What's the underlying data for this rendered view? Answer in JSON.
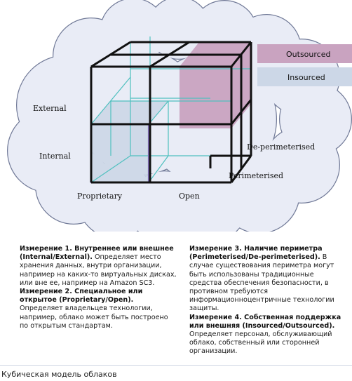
{
  "diagram": {
    "labels": {
      "external": "External",
      "internal": "Internal",
      "proprietary": "Proprietary",
      "open": "Open",
      "perimeterised": "Perimeterised",
      "deperimeterised": "De-perimeterised"
    },
    "legend": {
      "outsourced": "Outsourced",
      "insourced": "Insourced"
    },
    "colors": {
      "outsourced": "#c9a3c0",
      "insourced": "#ccd7e7",
      "cloud_fill": "#e9ecf6",
      "cloud_stroke": "#6f7896",
      "cube_edge": "#111111",
      "inner_line": "#4fc0bf",
      "selected_cube_edge": "#7f6db4"
    }
  },
  "text": {
    "col1": [
      {
        "title": "Измерение 1. Внутреннее или внешнее (Internal/External).",
        "body": " Определяет место хранения данных, внутри организации, например на каких-то виртуальных дисках, или вне ее, например на Amazon SC3."
      },
      {
        "title": "Измерение 2. Специальное или открытое (Proprietary/Open).",
        "body": " Определяет владельцев технологии, например, облако может быть построено по открытым стандартам."
      }
    ],
    "col2": [
      {
        "title": "Измерение 3. Наличие периметра (Perimeterised/De-perimeterised).",
        "body": " В случае существования периметра могут быть использованы традиционные средства обеспечения безопасности, в противном требуются информационноцентричные технологии защиты."
      },
      {
        "title": "Измерение 4. Собственная поддержка или внешняя (Insourced/Outsourced).",
        "body": " Определяет персонал, обслуживающий облако, собственный или сторонней организации."
      }
    ]
  },
  "caption": "Кубическая модель облаков"
}
